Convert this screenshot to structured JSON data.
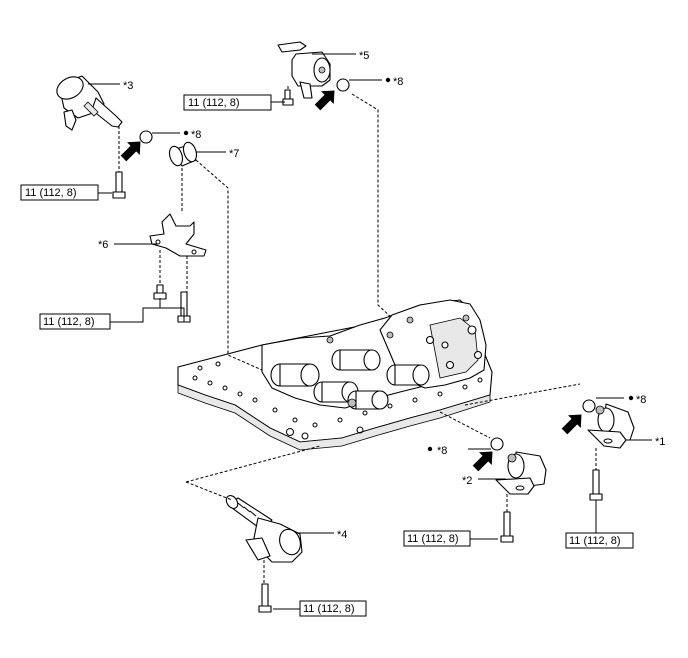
{
  "callouts": {
    "c1": "*1",
    "c2": "*2",
    "c3": "*3",
    "c4": "*4",
    "c5": "*5",
    "c6": "*6",
    "c7": "*7",
    "c8a": "*8",
    "c8b": "*8",
    "c8c": "*8",
    "c8d": "*8"
  },
  "torque_labels": {
    "t1": "11 (112, 8)",
    "t2": "11 (112, 8)",
    "t3": "11 (112, 8)",
    "t4": "11 (112, 8)",
    "t5": "11 (112, 8)",
    "t6": "11 (112, 8)"
  },
  "icons": {
    "arrow": "install-direction-arrow-icon",
    "bullet": "bullet-dot-icon"
  }
}
